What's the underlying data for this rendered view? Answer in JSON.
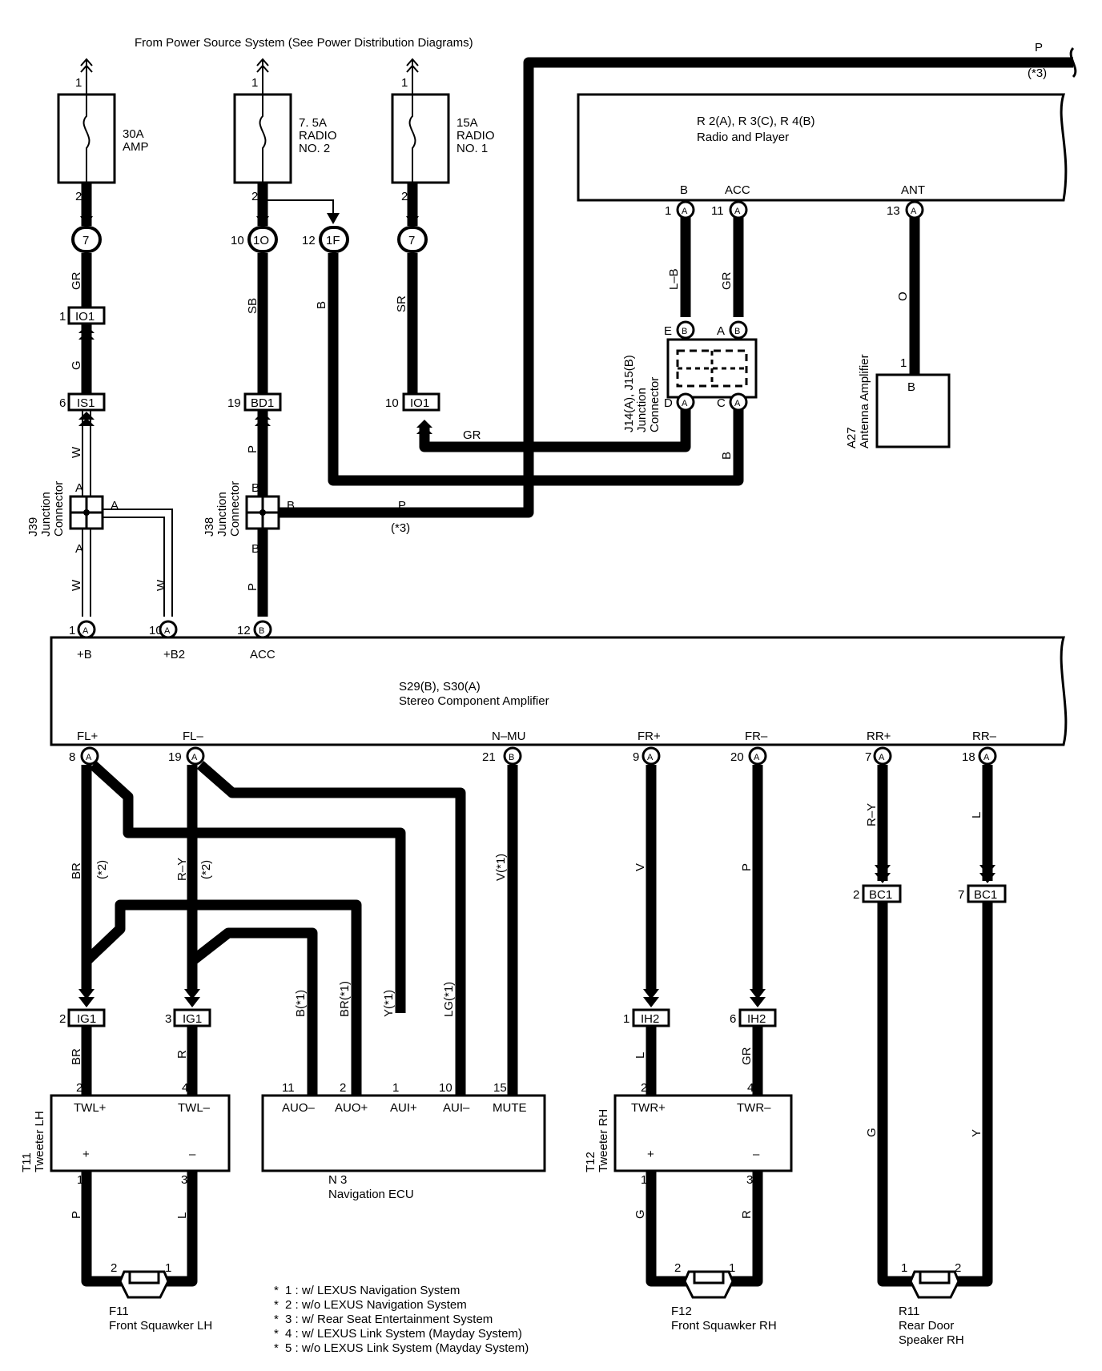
{
  "header": {
    "power_source": "From Power Source System (See Power Distribution Diagrams)"
  },
  "fuses": [
    {
      "id": "amp",
      "rating": "30A",
      "name": "AMP",
      "name2": "",
      "pin_in": "1",
      "pin_out": "2"
    },
    {
      "id": "radio2",
      "rating": "7. 5A",
      "name": "RADIO",
      "name2": "NO. 2",
      "pin_in": "1",
      "pin_out": "2"
    },
    {
      "id": "radio1",
      "rating": "15A",
      "name": "RADIO",
      "name2": "NO. 1",
      "pin_in": "1",
      "pin_out": "2"
    }
  ],
  "connectors": {
    "c7a": {
      "code": "7"
    },
    "c1o": {
      "code": "1O",
      "pin": "10"
    },
    "c1f": {
      "code": "1F",
      "pin": "12"
    },
    "c7b": {
      "code": "7"
    },
    "io1a": {
      "code": "IO1",
      "pin": "1"
    },
    "is1": {
      "code": "IS1",
      "pin": "6"
    },
    "bd1": {
      "code": "BD1",
      "pin": "19"
    },
    "io1b": {
      "code": "IO1",
      "pin": "10"
    },
    "ig1a": {
      "code": "IG1",
      "pin": "2"
    },
    "ig1b": {
      "code": "IG1",
      "pin": "3"
    },
    "ih2a": {
      "code": "IH2",
      "pin": "1"
    },
    "ih2b": {
      "code": "IH2",
      "pin": "6"
    },
    "bc1a": {
      "code": "BC1",
      "pin": "2"
    },
    "bc1b": {
      "code": "BC1",
      "pin": "7"
    }
  },
  "radio": {
    "id": "R 2(A), R 3(C), R 4(B)",
    "name": "Radio and Player",
    "terminals": [
      {
        "label": "B",
        "pin": "1",
        "conn": "A"
      },
      {
        "label": "ACC",
        "pin": "11",
        "conn": "A"
      },
      {
        "label": "ANT",
        "pin": "13",
        "conn": "A"
      }
    ]
  },
  "top_p_wire": {
    "color": "P",
    "note": "(*3)"
  },
  "junction_j14": {
    "id": "J14(A), J15(B)",
    "line1": "Junction",
    "line2": "Connector",
    "pins": [
      {
        "pin": "E",
        "conn": "B"
      },
      {
        "pin": "A",
        "conn": "B"
      },
      {
        "pin": "D",
        "conn": "A"
      },
      {
        "pin": "C",
        "conn": "A"
      }
    ]
  },
  "antenna": {
    "id": "A27",
    "name": "Antenna Amplifier",
    "pin": "1",
    "conn": "B"
  },
  "j39": {
    "id": "J39",
    "line1": "Junction",
    "line2": "Connector",
    "pin_top": "A",
    "pin_bottom": "A",
    "pin_right": "A"
  },
  "j38": {
    "id": "J38",
    "line1": "Junction",
    "line2": "Connector",
    "pin_top": "B",
    "pin_bottom": "B",
    "pin_right": "B"
  },
  "amplifier": {
    "id": "S29(B), S30(A)",
    "name": "Stereo Component Amplifier",
    "top_terminals": [
      {
        "label": "+B",
        "pin": "1",
        "conn": "A"
      },
      {
        "label": "+B2",
        "pin": "10",
        "conn": "A"
      },
      {
        "label": "ACC",
        "pin": "12",
        "conn": "B"
      }
    ],
    "bottom_terminals": [
      {
        "label": "FL+",
        "pin": "8",
        "conn": "A"
      },
      {
        "label": "FL–",
        "pin": "19",
        "conn": "A"
      },
      {
        "label": "N–MU",
        "pin": "21",
        "conn": "B"
      },
      {
        "label": "FR+",
        "pin": "9",
        "conn": "A"
      },
      {
        "label": "FR–",
        "pin": "20",
        "conn": "A"
      },
      {
        "label": "RR+",
        "pin": "7",
        "conn": "A"
      },
      {
        "label": "RR–",
        "pin": "18",
        "conn": "A"
      }
    ]
  },
  "wire_colors": {
    "gr1": "GR",
    "g1": "G",
    "w1": "W",
    "w2": "W",
    "w3": "W",
    "sb": "SB",
    "b1": "B",
    "p1": "P",
    "p2": "P",
    "p3": "P",
    "p3_note": "(*3)",
    "sr": "SR",
    "gr_h": "GR",
    "lb": "L–B",
    "gr2": "GR",
    "o": "O",
    "b2": "B",
    "br1": "BR",
    "br1_note": "(*2)",
    "ry1": "R–Y",
    "ry1_note": "(*2)",
    "v1": "V(*1)",
    "v2": "V",
    "p4": "P",
    "ry2": "R–Y",
    "l1": "L",
    "br2": "BR",
    "r1": "R",
    "nav_b": "B(*1)",
    "nav_br": "BR(*1)",
    "nav_y": "Y(*1)",
    "nav_lg": "LG(*1)",
    "l2": "L",
    "gr3": "GR",
    "g2": "G",
    "y1": "Y",
    "p5": "P",
    "l3": "L",
    "g3": "G",
    "r2": "R"
  },
  "tweeter_lh": {
    "id": "T11",
    "name": "Tweeter LH",
    "terminals": [
      {
        "label": "TWL+",
        "pin": "2"
      },
      {
        "label": "TWL–",
        "pin": "4"
      }
    ],
    "out": [
      {
        "label": "+",
        "pin": "1"
      },
      {
        "label": "–",
        "pin": "3"
      }
    ]
  },
  "nav_ecu": {
    "id": "N 3",
    "name": "Navigation ECU",
    "terminals": [
      {
        "label": "AUO–",
        "pin": "11"
      },
      {
        "label": "AUO+",
        "pin": "2"
      },
      {
        "label": "AUI+",
        "pin": "1"
      },
      {
        "label": "AUI–",
        "pin": "10"
      },
      {
        "label": "MUTE",
        "pin": "15"
      }
    ]
  },
  "tweeter_rh": {
    "id": "T12",
    "name": "Tweeter RH",
    "terminals": [
      {
        "label": "TWR+",
        "pin": "2"
      },
      {
        "label": "TWR–",
        "pin": "4"
      }
    ],
    "out": [
      {
        "label": "+",
        "pin": "1"
      },
      {
        "label": "–",
        "pin": "3"
      }
    ]
  },
  "speakers": [
    {
      "id": "F11",
      "name": "Front Squawker LH",
      "line2": "",
      "pin_left": "2",
      "pin_right": "1"
    },
    {
      "id": "F12",
      "name": "Front Squawker RH",
      "line2": "",
      "pin_left": "2",
      "pin_right": "1"
    },
    {
      "id": "R11",
      "name": "Rear Door",
      "line2": "Speaker RH",
      "pin_left": "1",
      "pin_right": "2"
    }
  ],
  "notes": [
    {
      "mark": "*",
      "text": "1 : w/ LEXUS Navigation System"
    },
    {
      "mark": "*",
      "text": "2 : w/o LEXUS Navigation System"
    },
    {
      "mark": "*",
      "text": "3 : w/ Rear Seat Entertainment System"
    },
    {
      "mark": "*",
      "text": "4 : w/ LEXUS Link System (Mayday System)"
    },
    {
      "mark": "*",
      "text": "5 : w/o LEXUS Link System (Mayday System)"
    }
  ]
}
